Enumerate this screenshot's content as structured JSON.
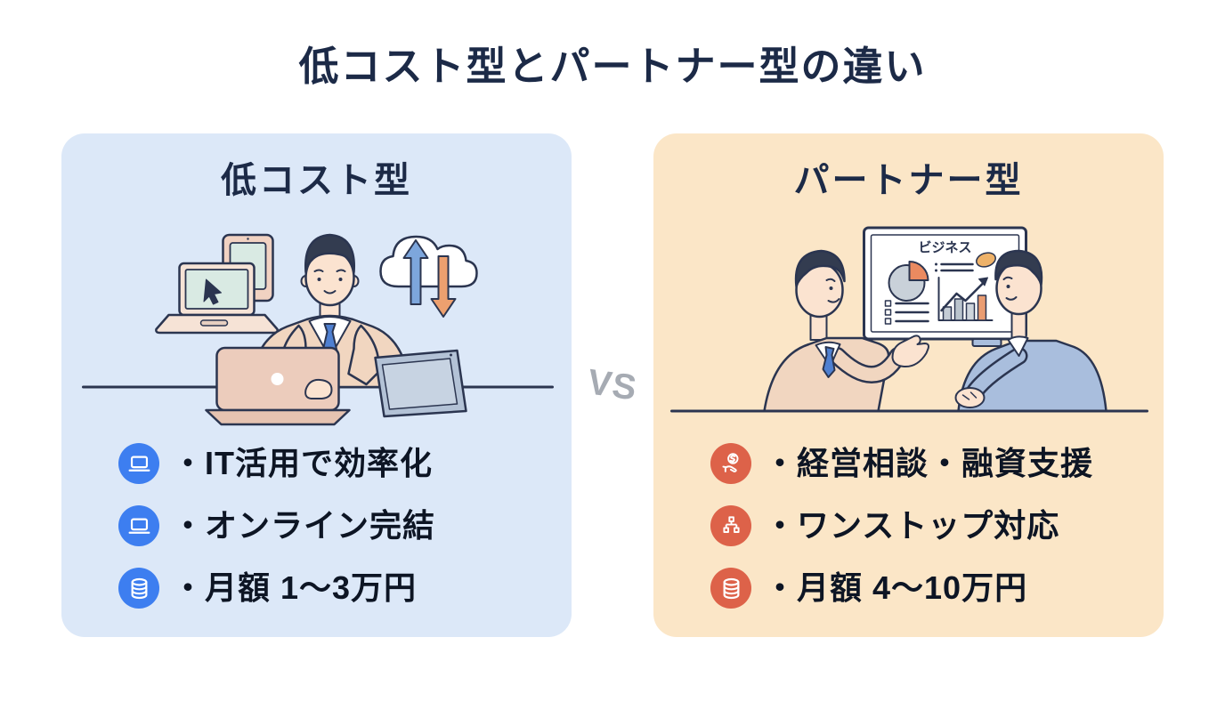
{
  "page": {
    "title": "低コスト型とパートナー型の違い",
    "vs_label": "VS",
    "background_color": "#ffffff",
    "title_color": "#1c2a47",
    "body_text_color": "#0d1524",
    "vs_color": "#a6abb3"
  },
  "cards": {
    "low_cost": {
      "title": "低コスト型",
      "background_color": "#dce8f8",
      "accent_color": "#3d7ef0",
      "illustration": "person-working-at-laptop-with-tablet-and-cloud-sync",
      "items": [
        {
          "icon": "laptop-icon",
          "text": "・IT活用で効率化"
        },
        {
          "icon": "laptop-icon",
          "text": "・オンライン完結"
        },
        {
          "icon": "database-icon",
          "text": "・月額 1〜3万円"
        }
      ]
    },
    "partner": {
      "title": "パートナー型",
      "background_color": "#fbe6c7",
      "accent_color": "#dd6249",
      "illustration": "two-businessmen-meeting-at-whiteboard-with-charts",
      "whiteboard_label": "ビジネス",
      "items": [
        {
          "icon": "hand-coin-icon",
          "text": "・経営相談・融資支援"
        },
        {
          "icon": "org-chart-icon",
          "text": "・ワンストップ対応"
        },
        {
          "icon": "database-icon",
          "text": "・月額 4〜10万円"
        }
      ]
    }
  }
}
